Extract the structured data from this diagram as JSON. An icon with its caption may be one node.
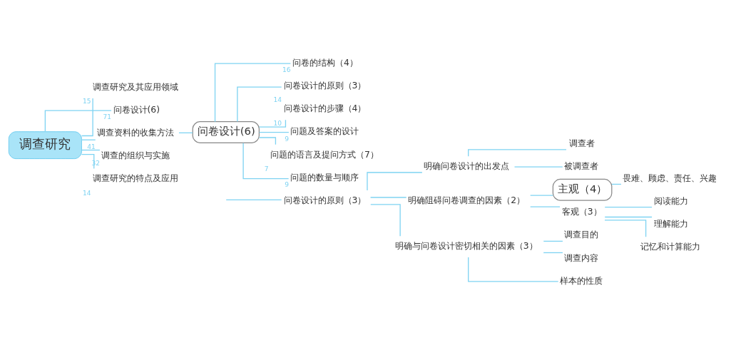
{
  "diagram": {
    "nodes": [
      {
        "text": [
          "调查研究"
        ]
      },
      {
        "text": [
          "调查研究及其应用领域"
        ],
        "beside": [
          "15"
        ]
      },
      {
        "text": [
          "问卷设计(6)"
        ],
        "beside": [
          "71"
        ]
      },
      {
        "text": [
          "调查资料的收集方法"
        ],
        "beside": [
          "41"
        ]
      },
      {
        "text": [
          "调查的组织与实施"
        ],
        "beside": [
          "32"
        ]
      },
      {
        "text": [
          "调查研究的特点及应用"
        ],
        "beside": [
          "14"
        ]
      },
      {
        "text": [
          "问卷设计(6)"
        ]
      },
      {
        "text": [
          "问卷的结构（4）"
        ],
        "beside": [
          "16"
        ]
      },
      {
        "text": [
          "问卷设计的原则（3）"
        ],
        "beside": [
          "14"
        ]
      },
      {
        "text": [
          "问卷设计的步骤（4）"
        ],
        "beside": [
          "10"
        ]
      },
      {
        "text": [
          "问题及答案的设计"
        ],
        "beside": [
          "9"
        ]
      },
      {
        "text": [
          "问题的语言及提问方式（7）"
        ],
        "beside": [
          "7"
        ]
      },
      {
        "text": [
          "问题的数量与顺序"
        ],
        "beside": [
          "9"
        ]
      },
      {
        "text": [
          "问卷设计的原则（3）"
        ]
      },
      {
        "text": [
          "明确问卷设计的出发点"
        ]
      },
      {
        "text": [
          "调查者"
        ]
      },
      {
        "text": [
          "被调查者"
        ]
      },
      {
        "text": [
          "明确阻碍问卷调查的因素（2）"
        ]
      },
      {
        "text": [
          "主观（4）"
        ]
      },
      {
        "text": [
          "畏难、顾虑、责任、兴趣"
        ]
      },
      {
        "text": [
          "客观（3）"
        ]
      },
      {
        "text": [
          "阅读能力"
        ]
      },
      {
        "text": [
          "理解能力"
        ]
      },
      {
        "text": [
          "记忆和计算能力"
        ]
      },
      {
        "text": [
          "明确与问卷设计密切相关的因素（3）"
        ]
      },
      {
        "text": [
          "调查目的"
        ]
      },
      {
        "text": [
          "调查内容"
        ]
      },
      {
        "text": [
          "样本的性质"
        ]
      }
    ],
    "edges": [
      {
        "from": 0,
        "to": 1,
        "arrow": "none"
      },
      {
        "from": 0,
        "to": 2,
        "arrow": "none"
      },
      {
        "from": 0,
        "to": 3,
        "arrow": "none"
      },
      {
        "from": 0,
        "to": 4,
        "arrow": "none"
      },
      {
        "from": 0,
        "to": 5,
        "arrow": "none"
      },
      {
        "from": 3,
        "to": 6,
        "arrow": "none"
      },
      {
        "from": 6,
        "to": 7,
        "arrow": "none"
      },
      {
        "from": 6,
        "to": 8,
        "arrow": "none"
      },
      {
        "from": 6,
        "to": 9,
        "arrow": "none"
      },
      {
        "from": 6,
        "to": 10,
        "arrow": "none"
      },
      {
        "from": 6,
        "to": 11,
        "arrow": "none"
      },
      {
        "from": 6,
        "to": 12,
        "arrow": "none"
      },
      {
        "from": null,
        "to": 13,
        "arrow": "none"
      },
      {
        "from": 13,
        "to": 14,
        "arrow": "none"
      },
      {
        "from": 14,
        "to": 15,
        "arrow": "none"
      },
      {
        "from": 14,
        "to": 16,
        "arrow": "none"
      },
      {
        "from": 13,
        "to": 17,
        "arrow": "none"
      },
      {
        "from": 17,
        "to": 18,
        "arrow": "none"
      },
      {
        "from": 18,
        "to": 19,
        "arrow": "none"
      },
      {
        "from": 17,
        "to": 20,
        "arrow": "none"
      },
      {
        "from": 20,
        "to": 21,
        "arrow": "none"
      },
      {
        "from": 20,
        "to": 22,
        "arrow": "none"
      },
      {
        "from": 20,
        "to": 23,
        "arrow": "none"
      },
      {
        "from": 13,
        "to": 24,
        "arrow": "none"
      },
      {
        "from": 24,
        "to": 25,
        "arrow": "none"
      },
      {
        "from": 24,
        "to": 26,
        "arrow": "none"
      },
      {
        "from": 24,
        "to": 27,
        "arrow": "none"
      }
    ]
  }
}
